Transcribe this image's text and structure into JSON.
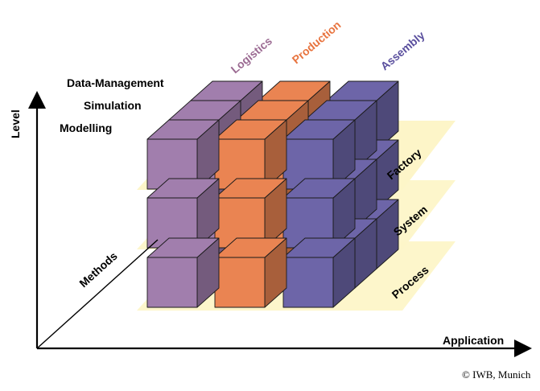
{
  "axes": {
    "level": "Level",
    "application": "Application",
    "methods": "Methods"
  },
  "methods": [
    "Data-Management",
    "Simulation",
    "Modelling"
  ],
  "applications": [
    "Logistics",
    "Production",
    "Assembly"
  ],
  "levels": [
    "Factory",
    "System",
    "Process"
  ],
  "credit": "© IWB, Munich",
  "colors": {
    "logistics": "#a17ead",
    "production": "#ea8452",
    "assembly": "#6d65a8",
    "plane": "#fdf5c8",
    "axis": "#000000"
  },
  "label_colors": {
    "logistics": "#9b6a92",
    "production": "#e8743f",
    "assembly": "#5a4f9e"
  }
}
